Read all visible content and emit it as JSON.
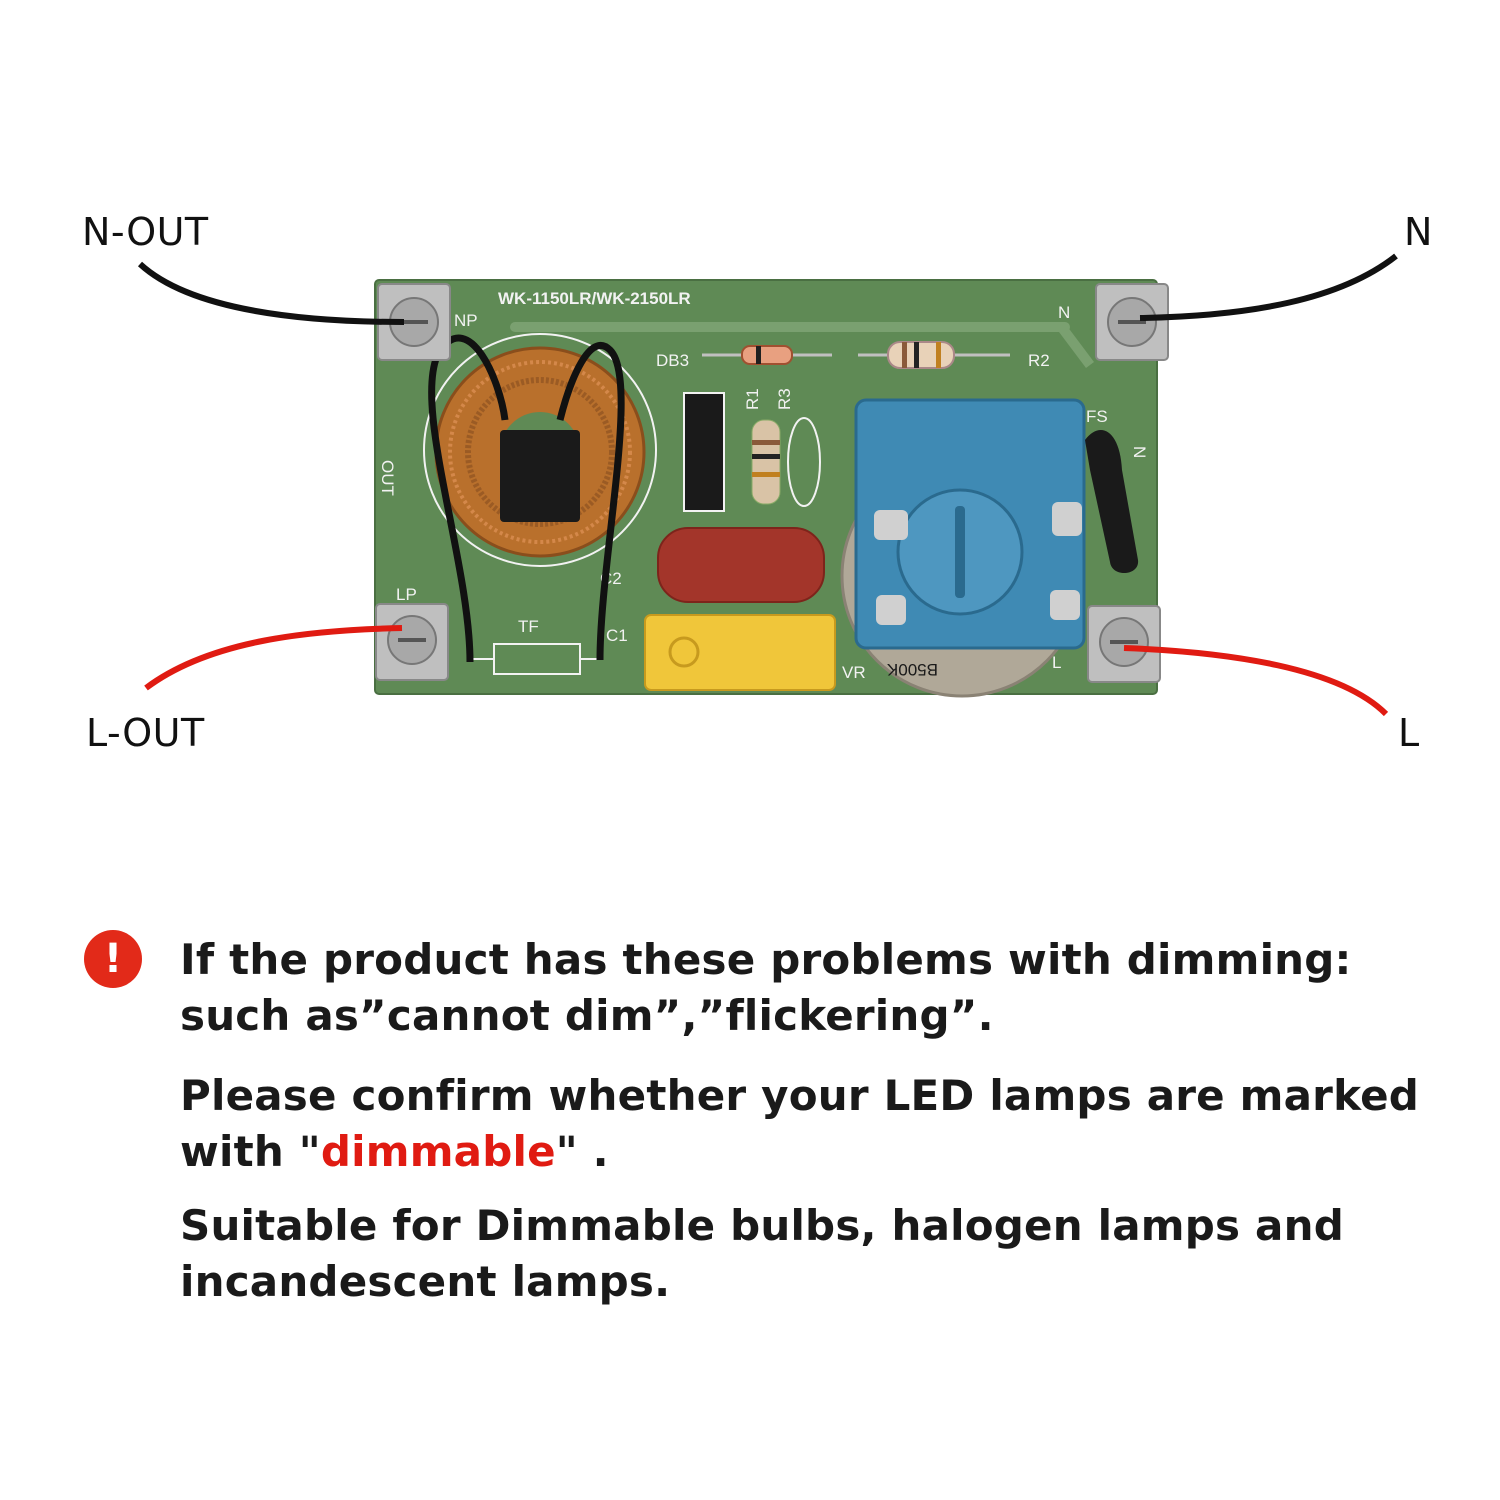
{
  "wires": {
    "n_out": "N-OUT",
    "n": "N",
    "l_out": "L-OUT",
    "l": "L"
  },
  "board": {
    "model": "WK-1150LR/WK-2150LR",
    "silkscreen": {
      "np": "NP",
      "db3": "DB3",
      "r2": "R2",
      "r1": "R1",
      "r3": "R3",
      "out": "OUT",
      "c2": "C2",
      "c1": "C1",
      "tf": "TF",
      "lp": "LP",
      "fs": "FS",
      "n_top": "N",
      "n_side": "N",
      "l": "L",
      "vr": "VR",
      "pot_value": "B500K"
    },
    "colors": {
      "pcb": "#5f8a55",
      "wire_neutral": "#111111",
      "wire_live": "#e01b12",
      "potentiometer": "#3f8ab4",
      "capacitor_red": "#a3352a",
      "capacitor_yellow": "#f0c63a",
      "coil": "#b9702c"
    }
  },
  "notice": {
    "icon": "exclamation-icon",
    "icon_glyph": "!",
    "line1": "If the product has these problems with dimming: such as”cannot dim”,”flickering”.",
    "line2_pre": "Please confirm whether your LED lamps are marked with \"",
    "line2_highlight": "dimmable",
    "line2_post": "\" .",
    "line3": "Suitable for Dimmable bulbs, halogen lamps and incandescent lamps."
  }
}
